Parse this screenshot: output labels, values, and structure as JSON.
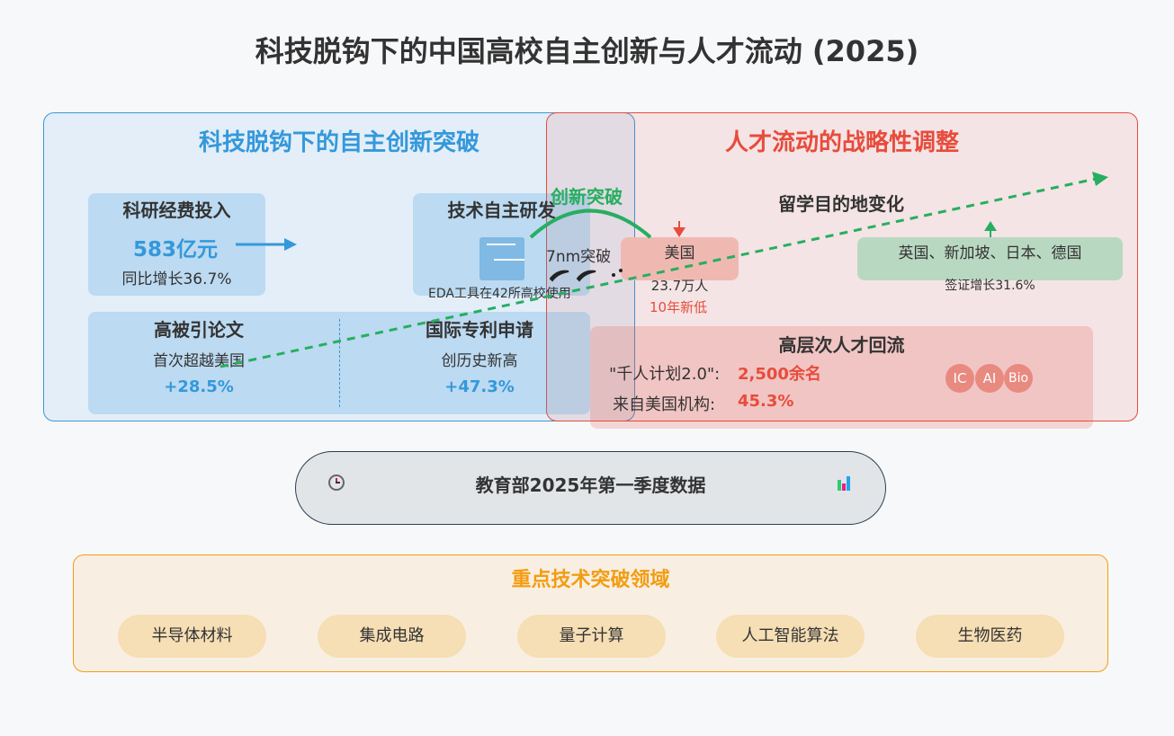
{
  "title": "科技脱钩下的中国高校自主创新与人才流动 (2025)",
  "left_panel": {
    "title": "科技脱钩下的自主创新突破",
    "funding": {
      "label": "科研经费投入",
      "value": "583亿元",
      "growth": "同比增长36.7%"
    },
    "tech": {
      "label": "技术自主研发",
      "note": "EDA工具在42所高校使用"
    },
    "papers": {
      "label": "高被引论文",
      "desc": "首次超越美国",
      "value": "+28.5%"
    },
    "patents": {
      "label": "国际专利申请",
      "desc": "创历史新高",
      "value": "+47.3%"
    }
  },
  "bridge": {
    "label": "创新突破",
    "tech_label": "7nm突破"
  },
  "right_panel": {
    "title": "人才流动的战略性调整",
    "destination_title": "留学目的地变化",
    "usa": {
      "label": "美国",
      "count": "23.7万人",
      "note": "10年新低"
    },
    "others": {
      "label": "英国、新加坡、日本、德国",
      "note": "签证增长31.6%"
    },
    "return": {
      "title": "高层次人才回流",
      "row1_label": "\"千人计划2.0\":",
      "row1_value": "2,500余名",
      "row2_label": "来自美国机构:",
      "row2_value": "45.3%",
      "badges": [
        "IC",
        "AI",
        "Bio"
      ]
    }
  },
  "source": {
    "label": "教育部2025年第一季度数据",
    "left_icon": "clock-icon",
    "right_icon": "bar-chart-icon"
  },
  "focus": {
    "title": "重点技术突破领域",
    "items": [
      "半导体材料",
      "集成电路",
      "量子计算",
      "人工智能算法",
      "生物医药"
    ]
  },
  "colors": {
    "blue": "#3498db",
    "red": "#e74c3c",
    "green": "#27ae60",
    "orange": "#f39c12",
    "dark": "#2c3e50"
  }
}
